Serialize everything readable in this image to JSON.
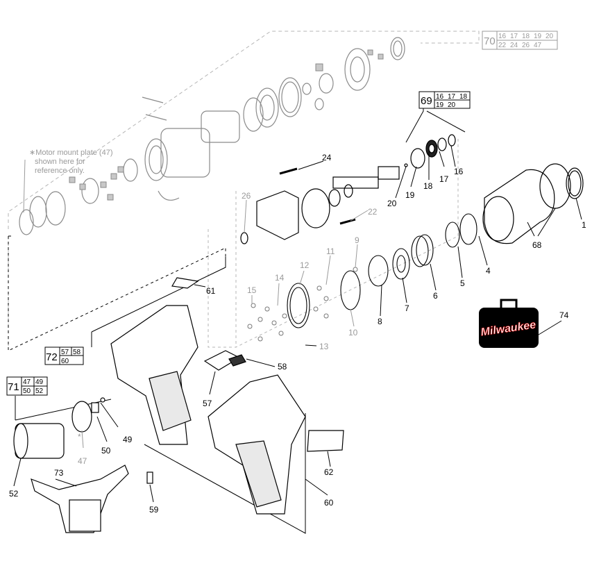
{
  "diagram": {
    "note_lines": [
      "∗Motor mount plate (47)",
      "shown here for",
      "reference only."
    ],
    "asterisk": "*",
    "brand_logo_text": "Milwaukee",
    "kits": [
      {
        "id": "70",
        "parts": [
          "16",
          "17",
          "18",
          "19",
          "20",
          "22",
          "24",
          "26",
          "47"
        ]
      },
      {
        "id": "69",
        "parts": [
          "16",
          "17",
          "18",
          "19",
          "20"
        ]
      },
      {
        "id": "72",
        "parts": [
          "57",
          "58",
          "60"
        ]
      },
      {
        "id": "71",
        "parts": [
          "47",
          "49",
          "50",
          "52"
        ]
      }
    ],
    "part_labels": {
      "p1": "1",
      "p4": "4",
      "p5": "5",
      "p6": "6",
      "p7": "7",
      "p8": "8",
      "p9": "9",
      "p10": "10",
      "p11": "11",
      "p12": "12",
      "p13": "13",
      "p14": "14",
      "p15": "15",
      "p16": "16",
      "p17": "17",
      "p18": "18",
      "p19": "19",
      "p20": "20",
      "p22": "22",
      "p24": "24",
      "p26": "26",
      "p47": "47",
      "p49": "49",
      "p50": "50",
      "p52": "52",
      "p57": "57",
      "p58": "58",
      "p59": "59",
      "p60": "60",
      "p61": "61",
      "p62": "62",
      "p68": "68",
      "p73": "73",
      "p74": "74"
    }
  }
}
